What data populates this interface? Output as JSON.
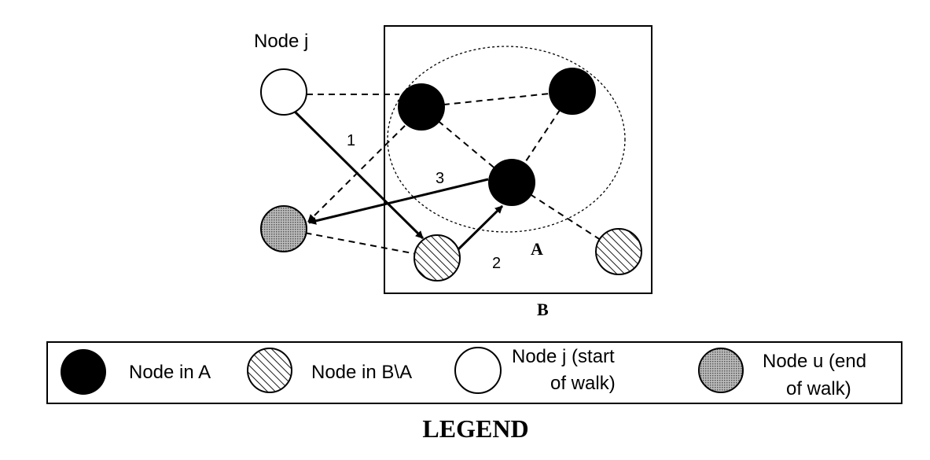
{
  "diagram": {
    "node_j_label": "Node j",
    "region_a_label": "A",
    "region_b_label": "B",
    "step_labels": [
      "1",
      "2",
      "3"
    ]
  },
  "legend": {
    "title": "LEGEND",
    "items": [
      {
        "label": "Node in A",
        "style": "black"
      },
      {
        "label": "Node in B\\A",
        "style": "hatched"
      },
      {
        "label_line1": "Node j (start",
        "label_line2": "of walk)",
        "style": "white"
      },
      {
        "label_line1": "Node u (end",
        "label_line2": "of walk)",
        "style": "gray"
      }
    ]
  },
  "colors": {
    "node_in_a": "#000000",
    "node_j": "#ffffff",
    "node_u": "#9a9a9a",
    "stroke": "#000000"
  }
}
